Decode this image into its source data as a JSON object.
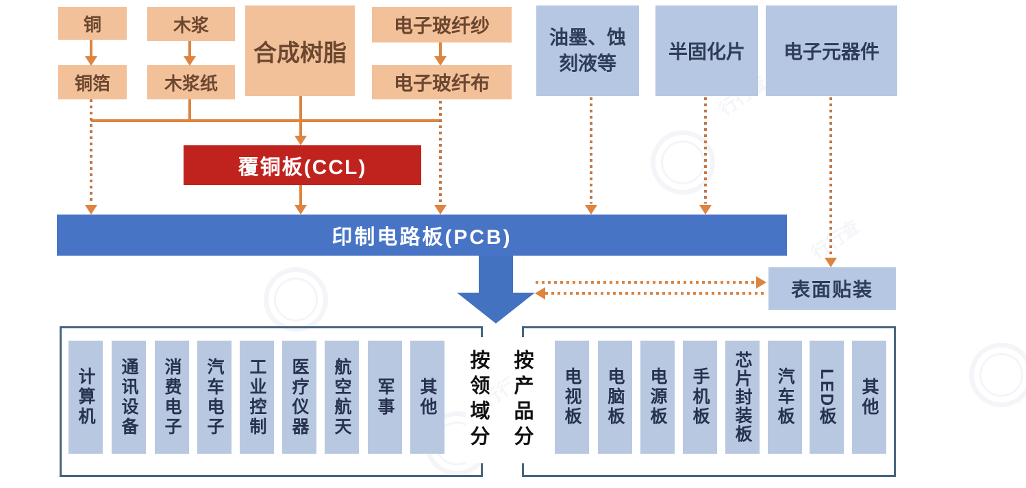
{
  "materials": {
    "copper": "铜",
    "copper_foil": "铜箔",
    "wood_pulp": "木浆",
    "wood_pulp_paper": "木浆纸",
    "synthetic_resin": "合成树脂",
    "eglass_yarn": "电子玻纤纱",
    "eglass_cloth": "电子玻纤布",
    "ink_etchant": "油墨、蚀刻液等",
    "prepreg": "半固化片",
    "components": "电子元器件"
  },
  "midstream": {
    "ccl": "覆铜板(CCL)",
    "pcb": "印制电路板(PCB)",
    "smt": "表面贴装"
  },
  "downstream": {
    "by_field": {
      "label": "按领域分",
      "items": [
        "计算机",
        "通讯设备",
        "消费电子",
        "汽车电子",
        "工业控制",
        "医疗仪器",
        "航空航天",
        "军事",
        "其他"
      ]
    },
    "by_product": {
      "label": "按产品分",
      "items": [
        "电视板",
        "电脑板",
        "电源板",
        "手机板",
        "芯片封装板",
        "汽车板",
        "LED板",
        "其他"
      ]
    }
  },
  "watermark": "行行查",
  "colors": {
    "orange_box": "#F2C099",
    "blue_box": "#B5C7E2",
    "bottom_box": "#B8C8E0",
    "ccl_red": "#C0231E",
    "pcb_blue": "#4874C6",
    "big_arrow_blue": "#4272C0",
    "arrow_orange": "#DD8440",
    "dotted_orange": "#C07848",
    "container_border": "#46647E"
  }
}
